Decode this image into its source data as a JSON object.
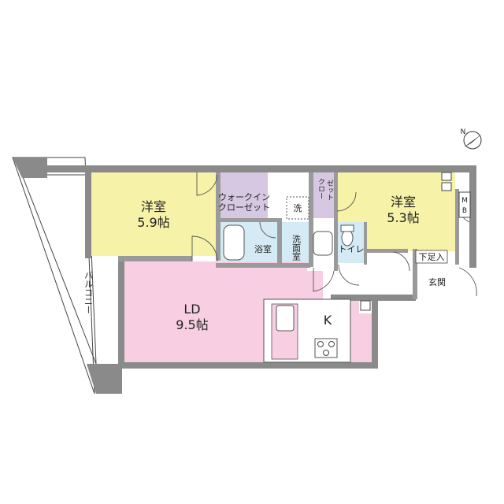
{
  "rooms": {
    "western_room_left": {
      "name": "洋室",
      "size": "5.9帖"
    },
    "western_room_right": {
      "name": "洋室",
      "size": "5.3帖"
    },
    "walk_in_closet": {
      "line1": "ウォークイン",
      "line2": "クローゼット"
    },
    "closet": {
      "line1": "クロー",
      "line2": "ゼット"
    },
    "washer": "洗",
    "bathroom": "浴室",
    "washroom": "洗面室",
    "toilet": "トイレ",
    "ld": {
      "name": "LD",
      "size": "9.5帖"
    },
    "kitchen": "K",
    "shoe_storage": "下足入",
    "entrance": "玄関",
    "mb": {
      "line1": "M",
      "line2": "B"
    },
    "balcony": "バルコニー"
  },
  "colors": {
    "western_room": "#f6f2a8",
    "closet": "#d6c8e2",
    "bathroom": "#d4eaf4",
    "ld": "#f8cfe2",
    "wall": "#8a8a8a"
  },
  "compass": {
    "label": "N",
    "icon": "north-arrow-icon"
  }
}
